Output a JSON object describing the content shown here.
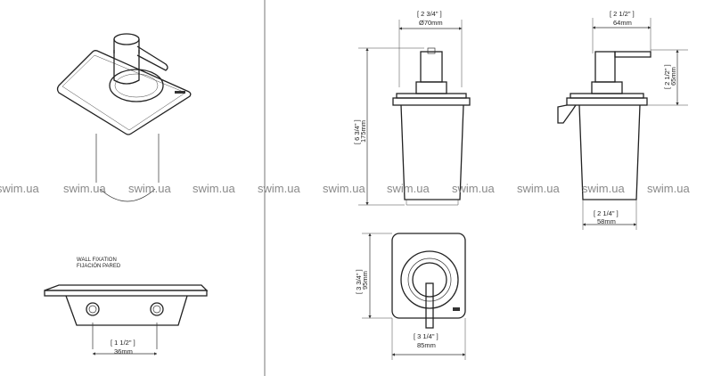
{
  "watermark": {
    "text": "swim.ua",
    "items": [
      "swim.ua",
      "swim.ua",
      "swim.ua",
      "swim.ua",
      "swim.ua",
      "swim.ua",
      "swim.ua",
      "swim.ua",
      "swim.ua",
      "swim.ua",
      "swim.ua"
    ]
  },
  "wall_fixation": {
    "line1": "WALL FIXATION",
    "line2": "FIJACIÓN PARED",
    "hole_spacing_in": "[ 1 1/2\" ]",
    "hole_spacing_mm": "36mm"
  },
  "front_view": {
    "width_in": "[ 2 3/4\" ]",
    "width_mm": "Ø70mm",
    "height_in": "[ 6 3/4\" ]",
    "height_mm": "175mm"
  },
  "side_view": {
    "top_width_in": "[ 2 1/2\" ]",
    "top_width_mm": "64mm",
    "upper_height_in": "[ 2 1/2\" ]",
    "upper_height_mm": "65mm",
    "bottom_width_in": "[ 2 1/4\" ]",
    "bottom_width_mm": "58mm"
  },
  "top_view": {
    "height_in": "[ 3 3/4\" ]",
    "height_mm": "95mm",
    "width_in": "[ 3 1/4\" ]",
    "width_mm": "85mm"
  }
}
